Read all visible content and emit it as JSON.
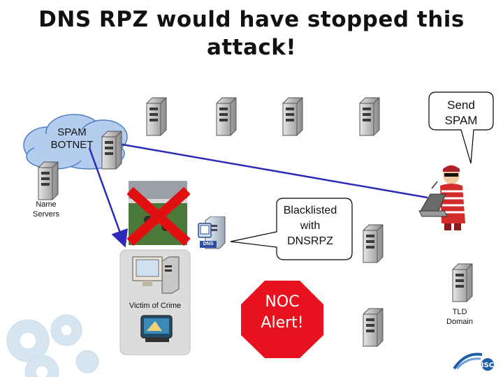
{
  "title": "DNS RPZ would have stopped this attack!",
  "cloud_label": "SPAM\nBOTNET",
  "labels": {
    "name_servers": "Name\nServers",
    "victim": "Victim of Crime",
    "tld": "TLD\nDomain"
  },
  "callouts": {
    "send_spam": "Send\nSPAM",
    "blacklisted": "Blacklisted\nwith\nDNSRPZ",
    "noc_alert": "NOC\nAlert!"
  },
  "dns_badge": "DNS",
  "logo_text": "ISC",
  "colors": {
    "arrow": "#2b2bb8",
    "cross": "#e01010",
    "noc": "#e8121e",
    "cloud": "#aac8ec",
    "server": "#c9c9c9"
  }
}
